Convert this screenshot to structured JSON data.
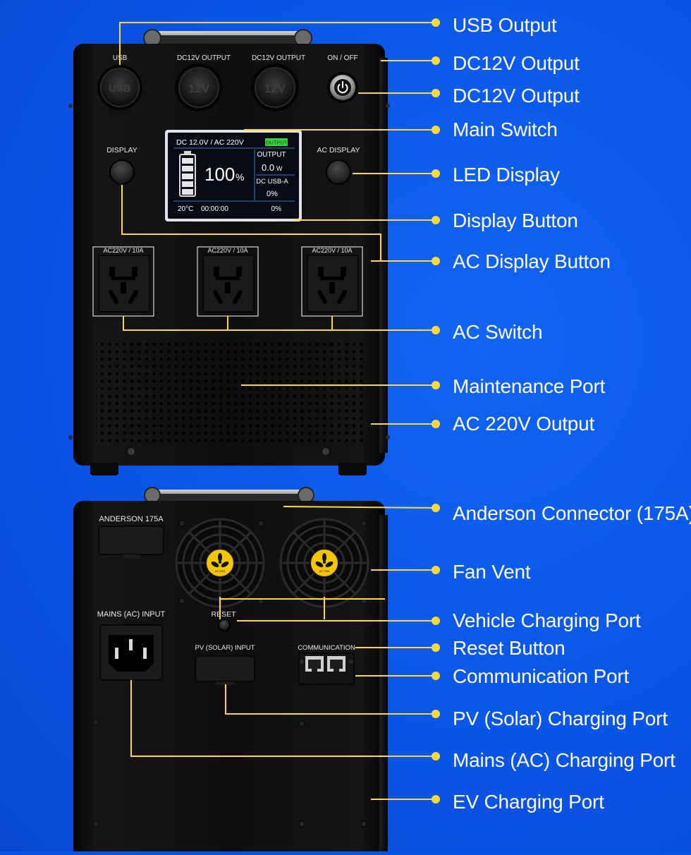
{
  "front_panel": {
    "labels": {
      "usb": "USB",
      "dc12v_a": "DC12V OUTPUT",
      "dc12v_b": "DC12V OUTPUT",
      "on_off": "ON / OFF",
      "display": "DISPLAY",
      "ac_display": "AC DISPLAY",
      "ac_outlet_1": "AC220V / 10A",
      "ac_outlet_2": "AC220V / 10A",
      "ac_outlet_3": "AC220V / 10A"
    },
    "socket_text": {
      "usb": "USB",
      "dc_a": "12V",
      "dc_b": "12V"
    },
    "screen": {
      "header": "DC 12.0V / AC 220V",
      "output_badge": "OUTPUT",
      "battery_percent": "100",
      "percent_sign": "%",
      "output_label": "OUTPUT",
      "output_value": "0.0",
      "output_unit": "W",
      "dc_usb_label": "DC USB-A",
      "dc_usb_value": "0%",
      "temperature": "20°C",
      "time": "00:00:00",
      "footer_percent": "0%",
      "battery_level": 1.0
    }
  },
  "rear_panel": {
    "labels": {
      "anderson": "ANDERSON 175A",
      "mains_input": "MAINS (AC) INPUT",
      "reset": "RESET",
      "pv_input": "PV (SOLAR) INPUT",
      "communication": "COMMUNICATION"
    },
    "fan_hub_text": "AC FAN"
  },
  "callouts": [
    "USB Output",
    "DC12V Output",
    "DC12V Output",
    "Main Switch",
    "LED Display",
    "Display Button",
    "AC Display Button",
    "AC Switch",
    "Maintenance Port",
    "AC 220V Output",
    "Anderson Connector (175A)",
    "Fan Vent",
    "Vehicle Charging Port",
    "Reset Button",
    "Communication Port",
    "PV (Solar) Charging Port",
    "Mains (AC) Charging Port",
    "EV Charging Port"
  ],
  "colors": {
    "background": "#0a55e8",
    "callout_line": "#ffd93b",
    "device_body": "#0d0d0e",
    "screen_accent": "#39d33d",
    "fan_hub": "#f5c400"
  }
}
